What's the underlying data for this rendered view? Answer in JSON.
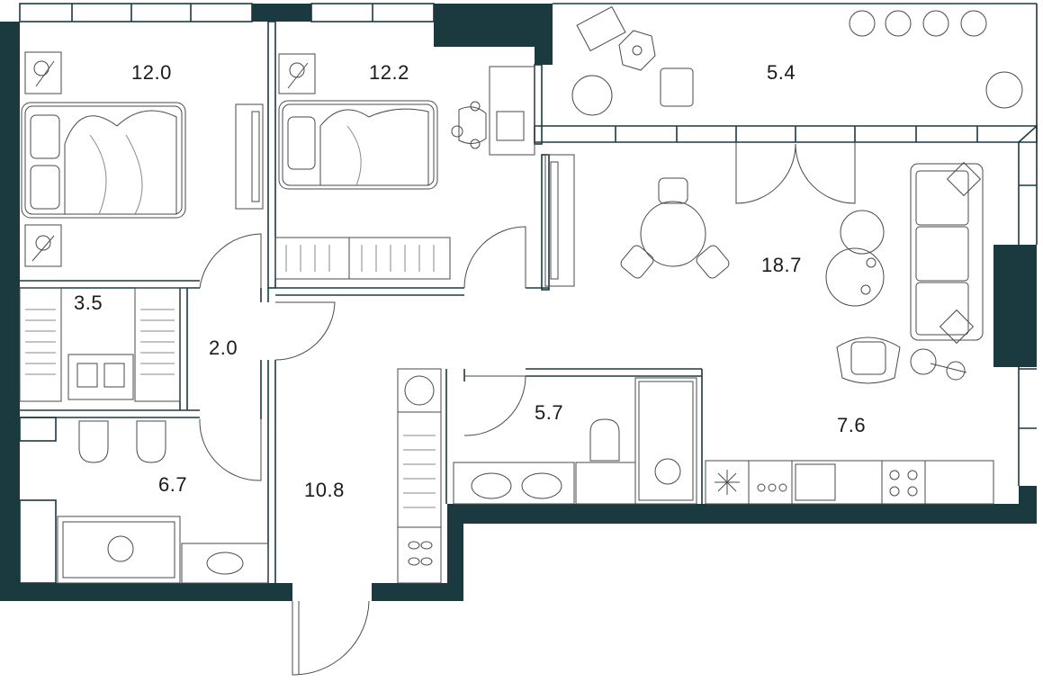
{
  "colors": {
    "wall": "#1b3a40",
    "furniture": "#4a4a4a",
    "background": "#ffffff"
  },
  "rooms": [
    {
      "id": "bedroom-1",
      "area": "12.0"
    },
    {
      "id": "bedroom-2",
      "area": "12.2"
    },
    {
      "id": "balcony",
      "area": "5.4"
    },
    {
      "id": "living",
      "area": "18.7"
    },
    {
      "id": "wardrobe",
      "area": "3.5"
    },
    {
      "id": "corridor",
      "area": "2.0"
    },
    {
      "id": "bathroom",
      "area": "6.7"
    },
    {
      "id": "hall",
      "area": "10.8"
    },
    {
      "id": "toilet",
      "area": "5.7"
    },
    {
      "id": "kitchen",
      "area": "7.6"
    }
  ],
  "icons": [
    "bed-icon",
    "desk-chair-icon",
    "dining-table-icon",
    "sofa-icon",
    "armchair-icon",
    "plant-icon",
    "wardrobe-icon",
    "toilet-icon",
    "bathtub-icon",
    "sink-icon",
    "stove-icon",
    "fridge-icon",
    "washing-machine-icon",
    "shoe-rack-icon"
  ]
}
